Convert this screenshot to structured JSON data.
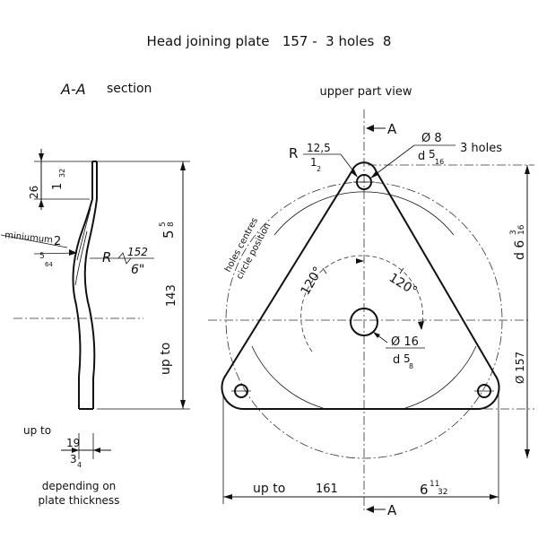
{
  "title": "Head joining plate   157 -  3 holes  8",
  "section_view": {
    "title": "A-A",
    "title_suffix": "section",
    "top_offset_mm": "26",
    "top_offset_in": "1",
    "top_offset_in_frac": "32",
    "height_in": "5",
    "height_in_num": "5",
    "height_in_den": "8",
    "height_mm": "143",
    "height_prefix": "up to",
    "thickness_label": "miniumum",
    "thickness_mm": "2",
    "thickness_in_num": "5",
    "thickness_in_den": "64",
    "radius_symbol": "R",
    "radius_mm": "152",
    "radius_in": "6\"",
    "width_prefix": "up to",
    "width_mm": "19",
    "width_in_num": "3",
    "width_in_den": "4",
    "note_line1": "depending on",
    "note_line2": "plate thickness"
  },
  "top_view": {
    "title": "upper part view",
    "section_mark": "A",
    "corner_radius_symbol": "R",
    "corner_radius_mm": "12,5",
    "corner_radius_in_num": "1",
    "corner_radius_in_den": "2",
    "hole_dia_mm": "Ø 8",
    "hole_dia_in_prefix": "d",
    "hole_dia_in_num": "5",
    "hole_dia_in_den": "16",
    "hole_count": "3 holes",
    "circle_label_line1": "holes centres",
    "circle_label_line2": "circle  position",
    "angle_1": "120°",
    "angle_2": "120°",
    "center_hole_mm": "Ø 16",
    "center_hole_in_prefix": "d",
    "center_hole_in_num": "5",
    "center_hole_in_den": "8",
    "circle_dia_in": "d 6",
    "circle_dia_in_num": "3",
    "circle_dia_in_den": "16",
    "circle_dia_mm": "Ø 157",
    "width_prefix": "up to",
    "width_mm": "161",
    "width_in": "6",
    "width_in_num": "11",
    "width_in_den": "32"
  }
}
